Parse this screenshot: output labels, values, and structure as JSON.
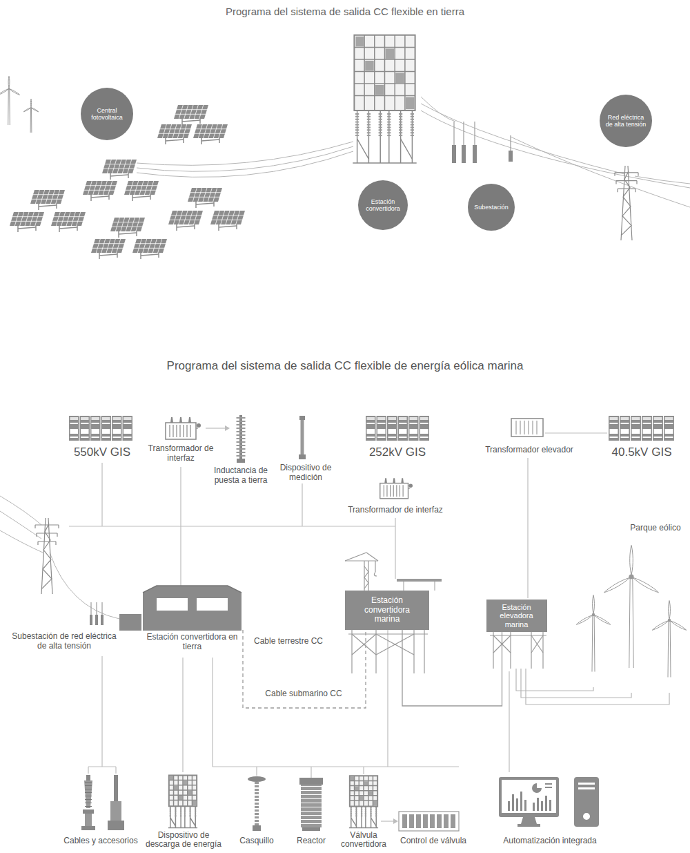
{
  "diagram": {
    "title": "Programa del sistema de salida CC flexible en tierra",
    "nodes": [
      {
        "text": [
          "Central fotovoltaica"
        ]
      },
      {
        "text": [
          "Estación convertidora"
        ]
      },
      {
        "text": [
          "Subestación"
        ]
      },
      {
        "text": [
          "Red eléctrica de alta tensión"
        ]
      },
      {
        "text": [
          "Estación convertidora en tierra"
        ]
      },
      {
        "text": [
          "Estación convertidora marina"
        ]
      },
      {
        "text": [
          "Estación elevadora marina"
        ]
      }
    ],
    "edges": [
      {
        "from": 4,
        "to": 5,
        "label": "Cable submarino CC",
        "arrow": "none"
      },
      {
        "from": 6,
        "to": 5,
        "arrow": "none"
      }
    ],
    "labels": [
      "Programa del sistema de salida CC flexible de energía eólica marina",
      "550kV GIS",
      "Transformador de interfaz",
      "Inductancia de puesta a tierra",
      "Dispositivo de medición",
      "252kV GIS",
      "Transformador de interfaz",
      "Transformador elevador",
      "40.5kV GIS",
      "Parque eólico",
      "Subestación de red eléctrica de alta tensión",
      "Cable terrestre CC",
      "Cables y accesorios",
      "Dispositivo de descarga de energía",
      "Casquillo",
      "Reactor",
      "Válvula convertidora",
      "Control de válvula",
      "Automatización integrada"
    ]
  }
}
